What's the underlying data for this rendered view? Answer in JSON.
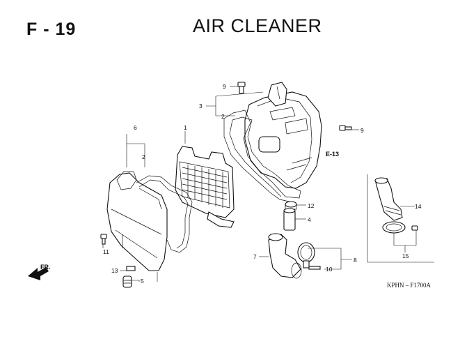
{
  "header": {
    "page_code": "F - 19",
    "title": "AIR CLEANER"
  },
  "reference_code": "KPHN – F1700A",
  "labels": {
    "p1": "1",
    "p2a": "2",
    "p2b": "2",
    "p3": "3",
    "p4": "4",
    "p5": "5",
    "p6": "6",
    "p7": "7",
    "p8": "8",
    "p9a": "9",
    "p9b": "9",
    "p10": "10",
    "p11": "11",
    "p12": "12",
    "p13": "13",
    "p14": "14",
    "p15": "15",
    "e13": "E-13",
    "front": "FR."
  }
}
